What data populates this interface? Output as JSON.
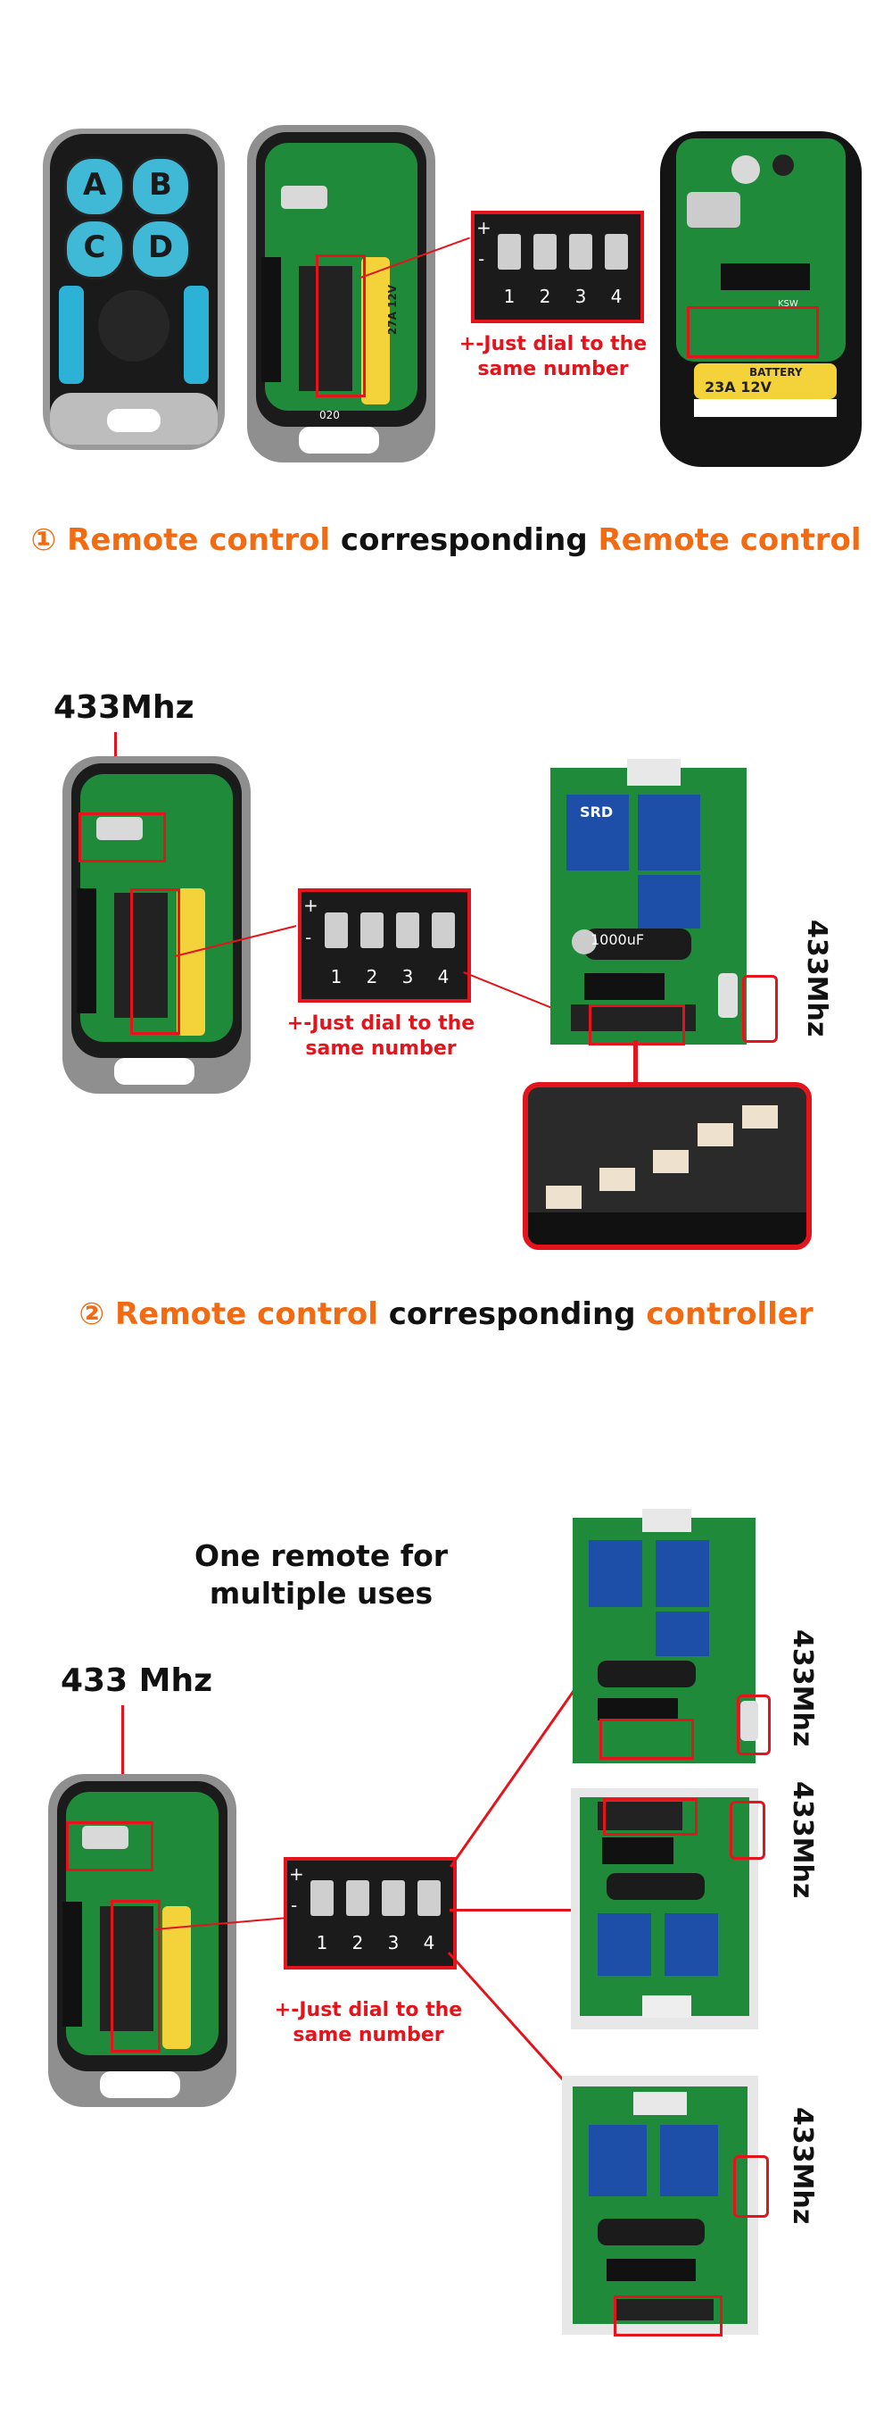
{
  "section1": {
    "dial_numbers": [
      "1",
      "2",
      "3",
      "4"
    ],
    "dial_plus": "+",
    "dial_minus": "-",
    "caption": "+-Just dial to the same number",
    "pcb_battery": "27A 12V",
    "pcb_code": "020",
    "remote_buttons": [
      "A",
      "B",
      "C",
      "D"
    ],
    "battery_label": "23A 12V",
    "battery_top": "BATTERY",
    "ksw_label": "KSW",
    "heading": {
      "marker": "①",
      "part1": "Remote control",
      "part2": "corresponding",
      "part3": "Remote control"
    }
  },
  "section2": {
    "freq_label": "433Mhz",
    "freq_label_vertical": "433Mhz",
    "dial_numbers": [
      "1",
      "2",
      "3",
      "4"
    ],
    "dial_plus": "+",
    "dial_minus": "-",
    "caption": "+-Just dial to the same number",
    "capacitor_text": "1000uF",
    "relay_brand": "SRD",
    "heading": {
      "marker": "②",
      "part1": "Remote control",
      "part2": "corresponding",
      "part3": "controller"
    }
  },
  "section3": {
    "title": "One remote for multiple uses",
    "freq_label": "433 Mhz",
    "freq_vertical": [
      "433Mhz",
      "433Mhz",
      "433Mhz"
    ],
    "dial_numbers": [
      "1",
      "2",
      "3",
      "4"
    ],
    "dial_plus": "+",
    "dial_minus": "-",
    "caption": "+-Just dial to the same number"
  },
  "colors": {
    "accent_red": "#e3141b",
    "accent_orange": "#f26a12",
    "pcb_green": "#1f8a3a",
    "relay_blue": "#1d4fa8",
    "button_cyan": "#3fb9d6"
  }
}
